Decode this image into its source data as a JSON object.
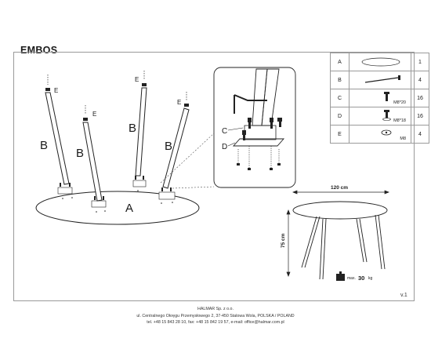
{
  "title": "EMBOS",
  "version": "v.1",
  "parts": [
    {
      "letter": "A",
      "qty": "1",
      "spec": "",
      "icon": "table-top-icon"
    },
    {
      "letter": "B",
      "qty": "4",
      "spec": "",
      "icon": "table-leg-icon"
    },
    {
      "letter": "C",
      "qty": "16",
      "spec": "M8*20",
      "icon": "bolt-icon"
    },
    {
      "letter": "D",
      "qty": "16",
      "spec": "M8*18",
      "icon": "bolt-washer-icon"
    },
    {
      "letter": "E",
      "qty": "4",
      "spec": "M8",
      "icon": "leg-cap-icon"
    }
  ],
  "assembly": {
    "top_label": "A",
    "leg_label": "B",
    "cap_label": "E",
    "bolt_label": "C",
    "plate_label": "D"
  },
  "dimensions": {
    "width": "120 cm",
    "height": "75 cm",
    "max_label": "max.",
    "max_value": "30",
    "max_unit": "kg"
  },
  "footer": {
    "line1": "HALMAR Sp. z o.o.",
    "line2": "ul. Centralnego Okręgu Przemysłowego 2, 37-450 Stalowa Wola, POLSKA / POLAND",
    "line3": "tel. +48 15 843 28 10, fax: +48 15 842 19 57, e-mail: office@halmar.com.pl"
  }
}
